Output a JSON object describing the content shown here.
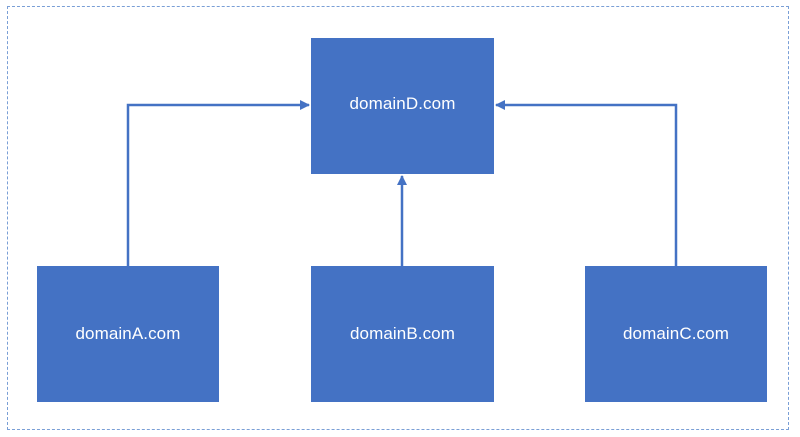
{
  "diagram": {
    "target": {
      "label": "domainD.com"
    },
    "sources": [
      {
        "label": "domainA.com"
      },
      {
        "label": "domainB.com"
      },
      {
        "label": "domainC.com"
      }
    ],
    "colors": {
      "node_fill": "#4472c4",
      "node_text": "#ffffff",
      "arrow": "#4472c4",
      "frame_border": "#7a9fd6"
    }
  }
}
